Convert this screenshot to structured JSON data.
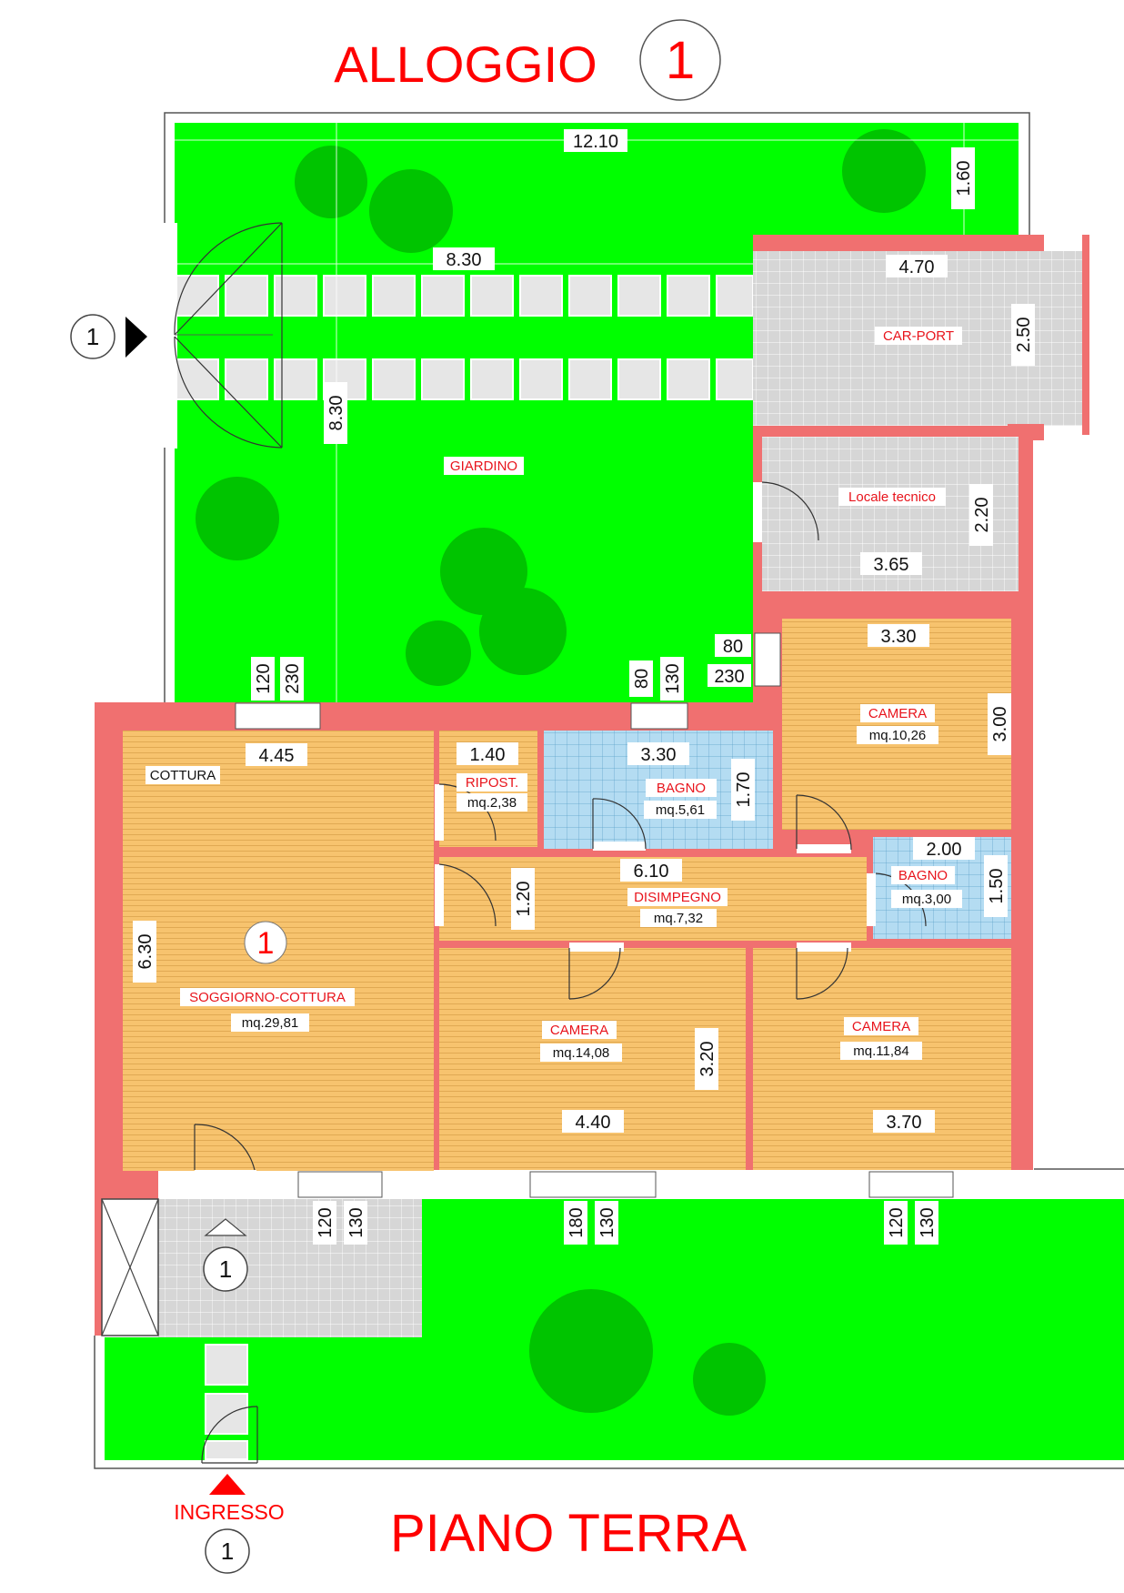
{
  "title": "ALLOGGIO",
  "unit_number": "1",
  "floor": "PIANO TERRA",
  "entrance": "INGRESSO",
  "section_marker": "1",
  "rooms": {
    "giardino": "GIARDINO",
    "carport": "CAR-PORT",
    "locale_tecnico": "Locale tecnico",
    "cottura": "COTTURA",
    "soggiorno": {
      "name": "SOGGIORNO-COTTURA",
      "area": "mq.29,81"
    },
    "ripost": {
      "name": "RIPOST.",
      "area": "mq.2,38"
    },
    "bagno1": {
      "name": "BAGNO",
      "area": "mq.5,61"
    },
    "camera_ne": {
      "name": "CAMERA",
      "area": "mq.10,26"
    },
    "disimpegno": {
      "name": "DISIMPEGNO",
      "area": "mq.7,32"
    },
    "bagno2": {
      "name": "BAGNO",
      "area": "mq.3,00"
    },
    "camera_s1": {
      "name": "CAMERA",
      "area": "mq.14,08"
    },
    "camera_s2": {
      "name": "CAMERA",
      "area": "mq.11,84"
    }
  },
  "dimensions": {
    "garden_width": "12.10",
    "garden_top": "1.60",
    "garden_path": "8.30",
    "garden_height": "8.30",
    "carport_w": "4.70",
    "carport_h": "2.50",
    "tecnico_w": "3.65",
    "tecnico_h": "2.20",
    "camera_ne_w": "3.30",
    "camera_ne_h": "3.00",
    "soggiorno_w": "4.45",
    "soggiorno_h": "6.30",
    "ripost_w": "1.40",
    "bagno1_w": "3.30",
    "bagno1_h": "1.70",
    "dis_w": "6.10",
    "dis_h": "1.20",
    "bagno2_w": "2.00",
    "bagno2_h": "1.50",
    "cam1_w": "4.40",
    "cam1_h": "3.20",
    "cam2_w": "3.70",
    "win_120": "120",
    "win_230": "230",
    "win_80": "80",
    "win_130": "130",
    "win_180": "180"
  },
  "colors": {
    "grass": "#00ff00",
    "tree": "#00c400",
    "wall": "#f07070",
    "wood": "#f7c36e",
    "tile_blue": "#b4dcf2",
    "tile_grey": "#d6d6d6",
    "title_red": "#ff0000"
  }
}
